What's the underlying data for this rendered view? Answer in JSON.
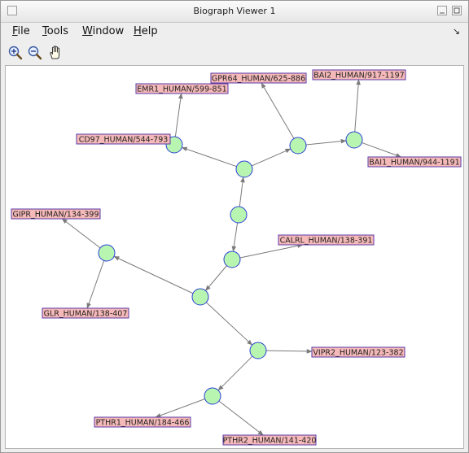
{
  "window": {
    "title": "Biograph Viewer 1"
  },
  "menu": {
    "items": [
      {
        "id": "file",
        "label": "File"
      },
      {
        "id": "tools",
        "label": "Tools"
      },
      {
        "id": "window",
        "label": "Window"
      },
      {
        "id": "help",
        "label": "Help"
      }
    ],
    "corner_symbol": "↘"
  },
  "toolbar": {
    "tools": [
      {
        "id": "zoom-in",
        "icon": "zoom-in-icon"
      },
      {
        "id": "zoom-out",
        "icon": "zoom-out-icon"
      },
      {
        "id": "pan",
        "icon": "hand-pan-icon"
      }
    ]
  },
  "graph": {
    "colors": {
      "node_fill": "#b8f5b0",
      "node_stroke": "#2a3fd8",
      "label_fill": "#f6b9b9",
      "label_stroke": "#5a3aa8",
      "edge": "#7a7a7a"
    },
    "labels": [
      {
        "id": "emr1",
        "text": "EMR1_HUMAN/599-851"
      },
      {
        "id": "gpr64",
        "text": "GPR64_HUMAN/625-886"
      },
      {
        "id": "bai2",
        "text": "BAI2_HUMAN/917-1197"
      },
      {
        "id": "cd97",
        "text": "CD97_HUMAN/544-793"
      },
      {
        "id": "bai1",
        "text": "BAI1_HUMAN/944-1191"
      },
      {
        "id": "gipr",
        "text": "GIPR_HUMAN/134-399"
      },
      {
        "id": "calrl",
        "text": "CALRL_HUMAN/138-391"
      },
      {
        "id": "glr",
        "text": "GLR_HUMAN/138-407"
      },
      {
        "id": "vipr2",
        "text": "VIPR2_HUMAN/123-382"
      },
      {
        "id": "pthr1",
        "text": "PTHR1_HUMAN/184-466"
      },
      {
        "id": "pthr2",
        "text": "PTHR2_HUMAN/141-420"
      }
    ]
  }
}
